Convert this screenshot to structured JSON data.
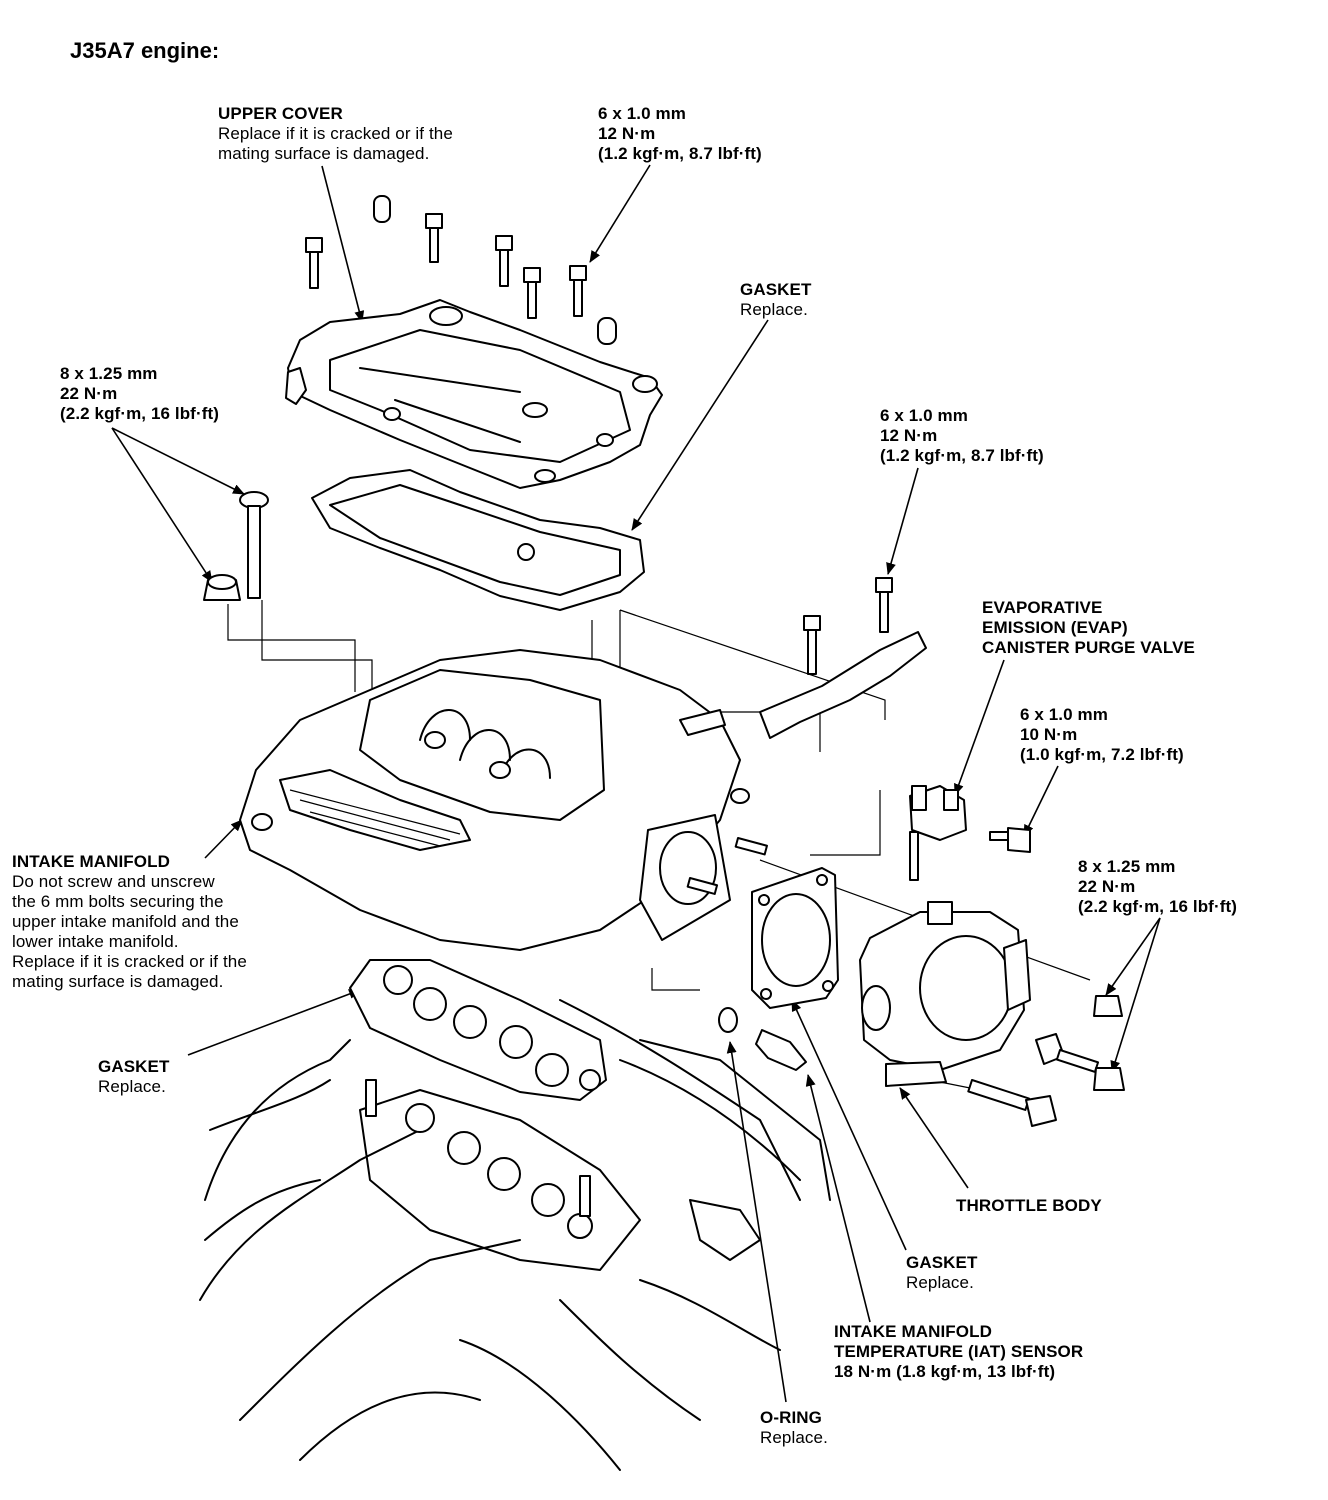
{
  "title": "J35A7 engine:",
  "labels": {
    "upper_cover": {
      "head": "UPPER COVER",
      "lines": [
        "Replace if it is cracked or if the",
        "mating surface is damaged."
      ]
    },
    "bolt_cover": {
      "lines": [
        "6 x 1.0 mm",
        "12 N·m",
        "(1.2 kgf·m, 8.7 lbf·ft)"
      ]
    },
    "gasket_upper": {
      "head": "GASKET",
      "lines": [
        "Replace."
      ]
    },
    "bolt_manifold": {
      "lines": [
        "8 x 1.25 mm",
        "22 N·m",
        "(2.2 kgf·m, 16 lbf·ft)"
      ]
    },
    "bolt_bracket": {
      "lines": [
        "6 x 1.0 mm",
        "12 N·m",
        "(1.2 kgf·m, 8.7 lbf·ft)"
      ]
    },
    "evap_valve": {
      "lines": [
        "EVAPORATIVE",
        "EMISSION (EVAP)",
        "CANISTER PURGE VALVE"
      ]
    },
    "bolt_evap": {
      "lines": [
        "6 x 1.0 mm",
        "10 N·m",
        "(1.0 kgf·m, 7.2 lbf·ft)"
      ]
    },
    "bolt_throttle": {
      "lines": [
        "8 x 1.25 mm",
        "22 N·m",
        "(2.2 kgf·m, 16 lbf·ft)"
      ]
    },
    "intake_manifold": {
      "head": "INTAKE MANIFOLD",
      "lines": [
        "Do not screw and unscrew",
        "the 6 mm bolts securing the",
        "upper intake manifold and the",
        "lower intake manifold.",
        "Replace if it is cracked or if the",
        "mating surface is damaged."
      ]
    },
    "gasket_lower": {
      "head": "GASKET",
      "lines": [
        "Replace."
      ]
    },
    "throttle_body": {
      "head": "THROTTLE BODY"
    },
    "gasket_throttle": {
      "head": "GASKET",
      "lines": [
        "Replace."
      ]
    },
    "iat_sensor": {
      "lines": [
        "INTAKE MANIFOLD",
        "TEMPERATURE (IAT) SENSOR",
        "18 N·m (1.8 kgf·m, 13 lbf·ft)"
      ]
    },
    "o_ring": {
      "head": "O-RING",
      "lines": [
        "Replace."
      ]
    }
  }
}
